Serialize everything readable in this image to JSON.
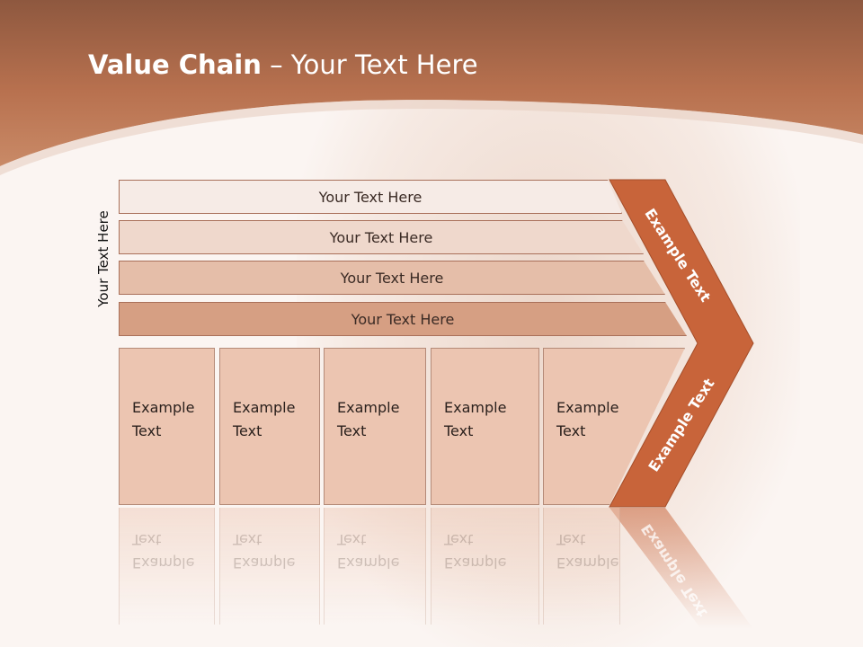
{
  "slide": {
    "title_bold": "Value Chain",
    "title_rest": " – Your Text Here",
    "side_label": "Your Text Here"
  },
  "rows": [
    {
      "label": "Your Text Here",
      "color": "#f6ebe6"
    },
    {
      "label": "Your Text Here",
      "color": "#efd8cc"
    },
    {
      "label": "Your Text Here",
      "color": "#e5bea9"
    },
    {
      "label": "Your Text Here",
      "color": "#d69f83"
    }
  ],
  "columns": [
    {
      "line1": "Example",
      "line2": "Text"
    },
    {
      "line1": "Example",
      "line2": "Text"
    },
    {
      "line1": "Example",
      "line2": "Text"
    },
    {
      "line1": "Example",
      "line2": "Text"
    },
    {
      "line1": "Example",
      "line2": "Text"
    }
  ],
  "arrow": {
    "upper_label": "Example Text",
    "lower_label": "Example Text",
    "color": "#c8643a"
  },
  "colors": {
    "header": "#c07a58",
    "header_dark": "#8e583f",
    "column_fill": "#ecc5b1"
  }
}
